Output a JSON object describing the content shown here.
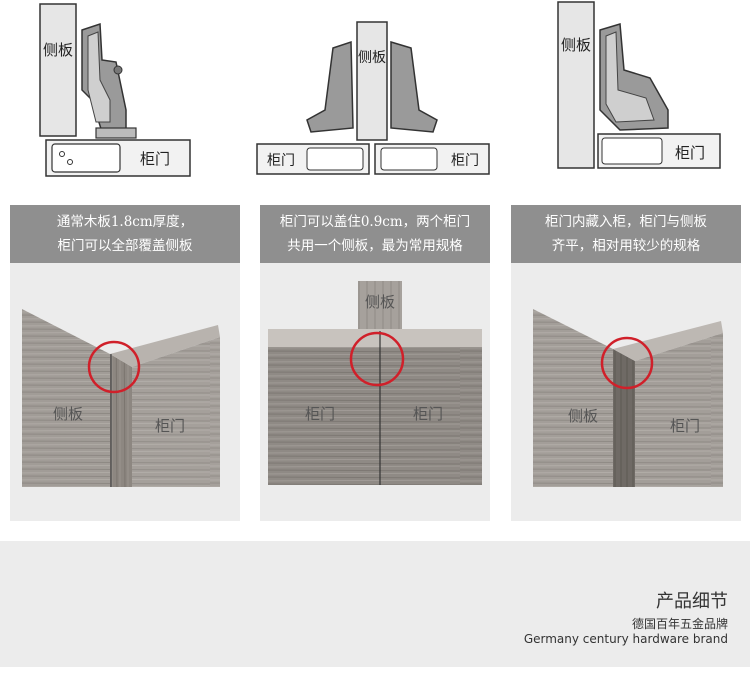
{
  "diagrams": [
    {
      "side_label": "侧板",
      "door_label": "柜门"
    },
    {
      "side_label": "侧板",
      "door_left_label": "柜门",
      "door_right_label": "柜门"
    },
    {
      "side_label": "侧板",
      "door_label": "柜门"
    }
  ],
  "panels": [
    {
      "caption_line1": "通常木板1.8cm厚度，",
      "caption_line2": "柜门可以全部覆盖侧板",
      "side_label": "侧板",
      "door_label": "柜门"
    },
    {
      "caption_line1": "柜门可以盖住0.9cm，两个柜门",
      "caption_line2": "共用一个侧板，最为常用规格",
      "side_label": "侧板",
      "door_left_label": "柜门",
      "door_right_label": "柜门"
    },
    {
      "caption_line1": "柜门内藏入柜，柜门与侧板",
      "caption_line2": "齐平，相对用较少的规格",
      "side_label": "侧板",
      "door_label": "柜门"
    }
  ],
  "footer": {
    "title": "产品细节",
    "subtitle_cn": "德国百年五金品牌",
    "subtitle_en": "Germany century hardware brand"
  },
  "colors": {
    "highlight_circle": "#d0202a",
    "caption_bg": "#8f8f8f",
    "panel_bg": "#ececec"
  }
}
